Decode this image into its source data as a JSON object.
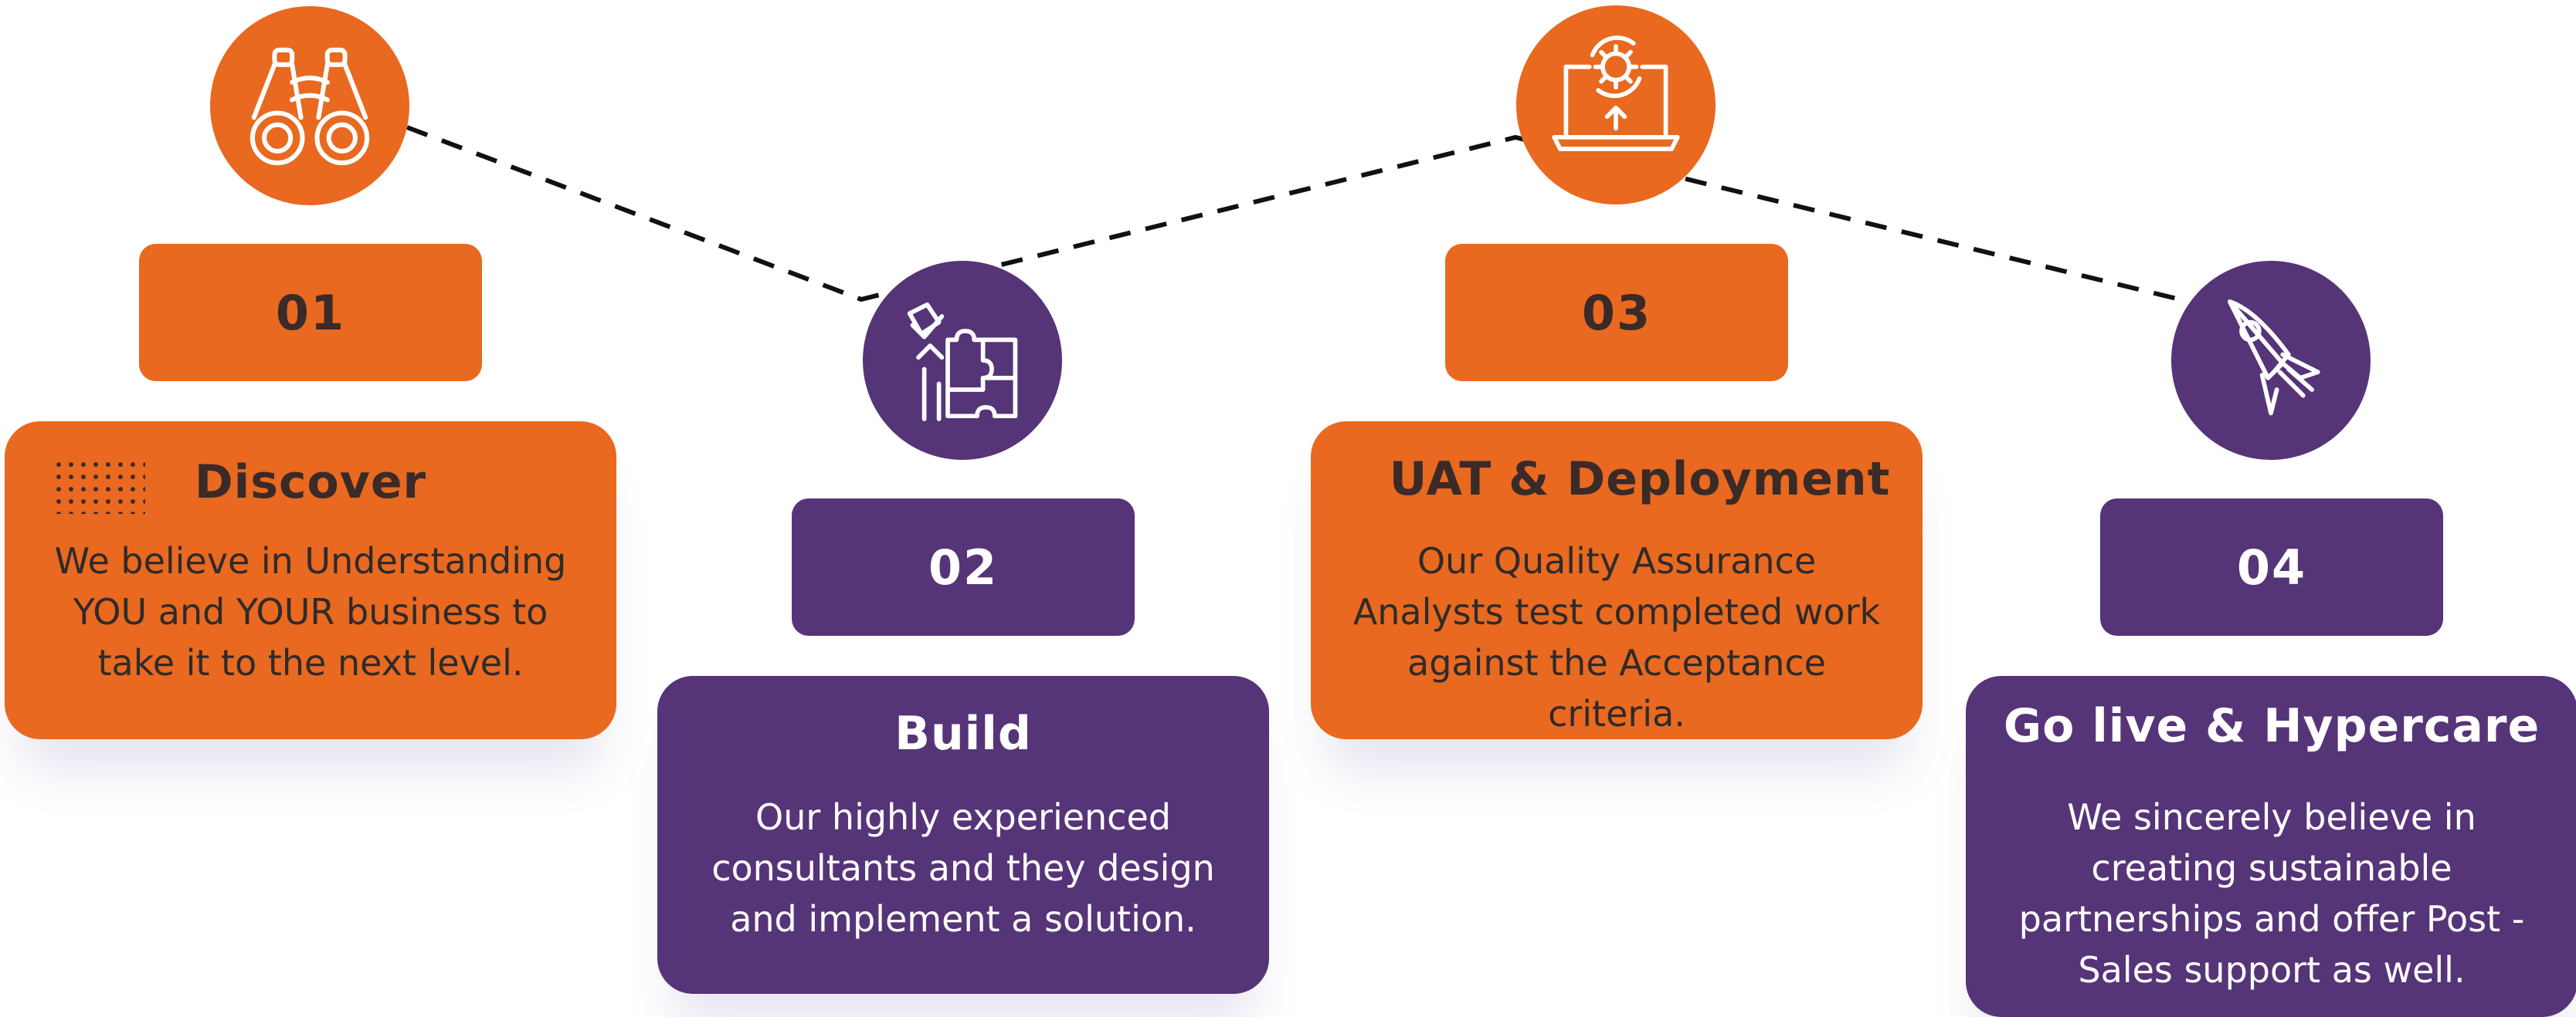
{
  "colors": {
    "orange": "#E8691F",
    "purple": "#563478",
    "dark_text": "#3a2a28",
    "white": "#ffffff"
  },
  "steps": [
    {
      "number": "01",
      "title": "Discover",
      "description": "We believe in Understanding YOU and YOUR business to take it to the next level.",
      "icon": "binoculars-icon",
      "color": "orange"
    },
    {
      "number": "02",
      "title": "Build",
      "description": "Our highly experienced consultants and they design and implement a solution.",
      "icon": "puzzle-icon",
      "color": "purple"
    },
    {
      "number": "03",
      "title": "UAT & Deployment",
      "description": "Our Quality Assurance Analysts test completed work against the Acceptance criteria.",
      "icon": "laptop-gear-icon",
      "color": "orange"
    },
    {
      "number": "04",
      "title": "Go live & Hypercare",
      "description": "We sincerely believe in creating sustainable partnerships and offer Post - Sales support as well.",
      "icon": "rocket-icon",
      "color": "purple"
    }
  ]
}
